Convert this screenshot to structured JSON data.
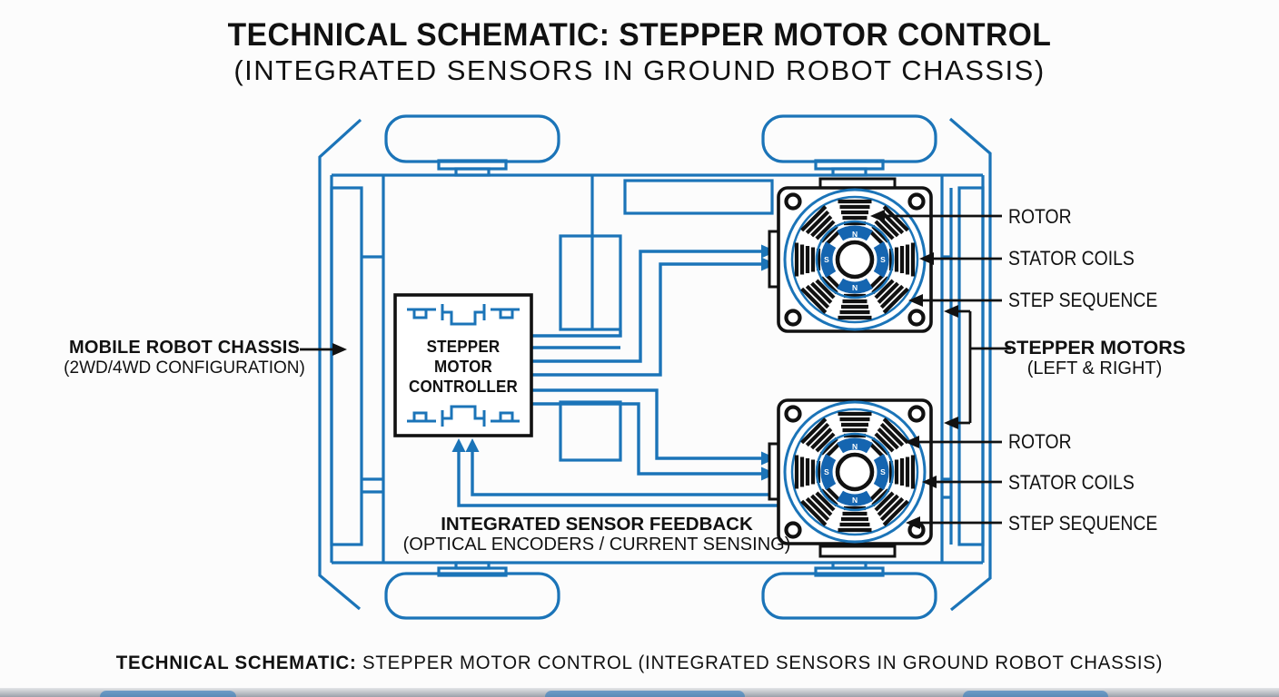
{
  "title": {
    "line1": "TECHNICAL SCHEMATIC: STEPPER MOTOR CONTROL",
    "line2": "(INTEGRATED SENSORS IN GROUND ROBOT CHASSIS)"
  },
  "caption": {
    "bold": "TECHNICAL SCHEMATIC:",
    "rest": " STEPPER MOTOR CONTROL (INTEGRATED SENSORS IN GROUND ROBOT CHASSIS)"
  },
  "labels": {
    "chassis": {
      "line1": "MOBILE ROBOT CHASSIS",
      "line2": "(2WD/4WD CONFIGURATION)"
    },
    "controller": {
      "line1": "STEPPER",
      "line2": "MOTOR",
      "line3": "CONTROLLER"
    },
    "feedback": {
      "line1": "INTEGRATED SENSOR FEEDBACK",
      "line2": "(OPTICAL ENCODERS / CURRENT SENSING)"
    },
    "motors_group": {
      "line1": "STEPPER MOTORS",
      "line2": "(LEFT & RIGHT)"
    },
    "motor_top": {
      "rotor": "ROTOR",
      "stator": "STATOR COILS",
      "step": "STEP SEQUENCE"
    },
    "motor_bottom": {
      "rotor": "ROTOR",
      "stator": "STATOR COILS",
      "step": "STEP SEQUENCE"
    },
    "poles": {
      "top": "N",
      "right": "S",
      "bottom": "N",
      "left": "S"
    }
  },
  "colors": {
    "line_blue": "#1b74b8",
    "pole_blue": "#1565b0",
    "ink": "#111111",
    "background": "#fcfcfc"
  }
}
